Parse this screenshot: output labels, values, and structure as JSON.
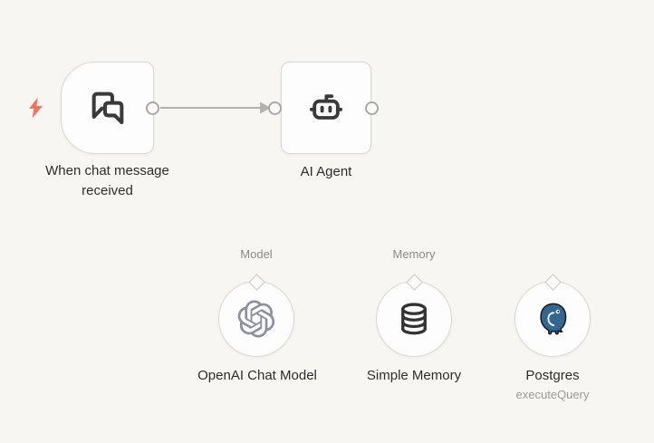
{
  "workflow": {
    "trigger": {
      "label": "When chat message received",
      "icon": "chat-bubbles-icon",
      "pinned_indicator": "lightning-bolt-icon"
    },
    "agent": {
      "label": "AI Agent",
      "icon": "robot-icon"
    },
    "subnodes": [
      {
        "label": "OpenAI Chat Model",
        "port_label": "Model",
        "icon": "openai-logo-icon"
      },
      {
        "label": "Simple Memory",
        "port_label": "Memory",
        "icon": "database-icon"
      },
      {
        "label": "Postgres",
        "operation": "executeQuery",
        "icon": "postgresql-elephant-icon"
      }
    ],
    "connections": [
      {
        "from": "When chat message received",
        "to": "AI Agent"
      }
    ]
  },
  "colors": {
    "canvas-bg": "#f7f6f3",
    "node-border": "#d9d8d4",
    "edge": "#b3b2af",
    "bolt": "#f8705c",
    "icon-dark": "#3a3a3a",
    "openai-gray": "#8e8ea0",
    "postgres-blue": "#336791",
    "label-dark": "#2c2c2c",
    "label-gray": "#8a8a86"
  }
}
